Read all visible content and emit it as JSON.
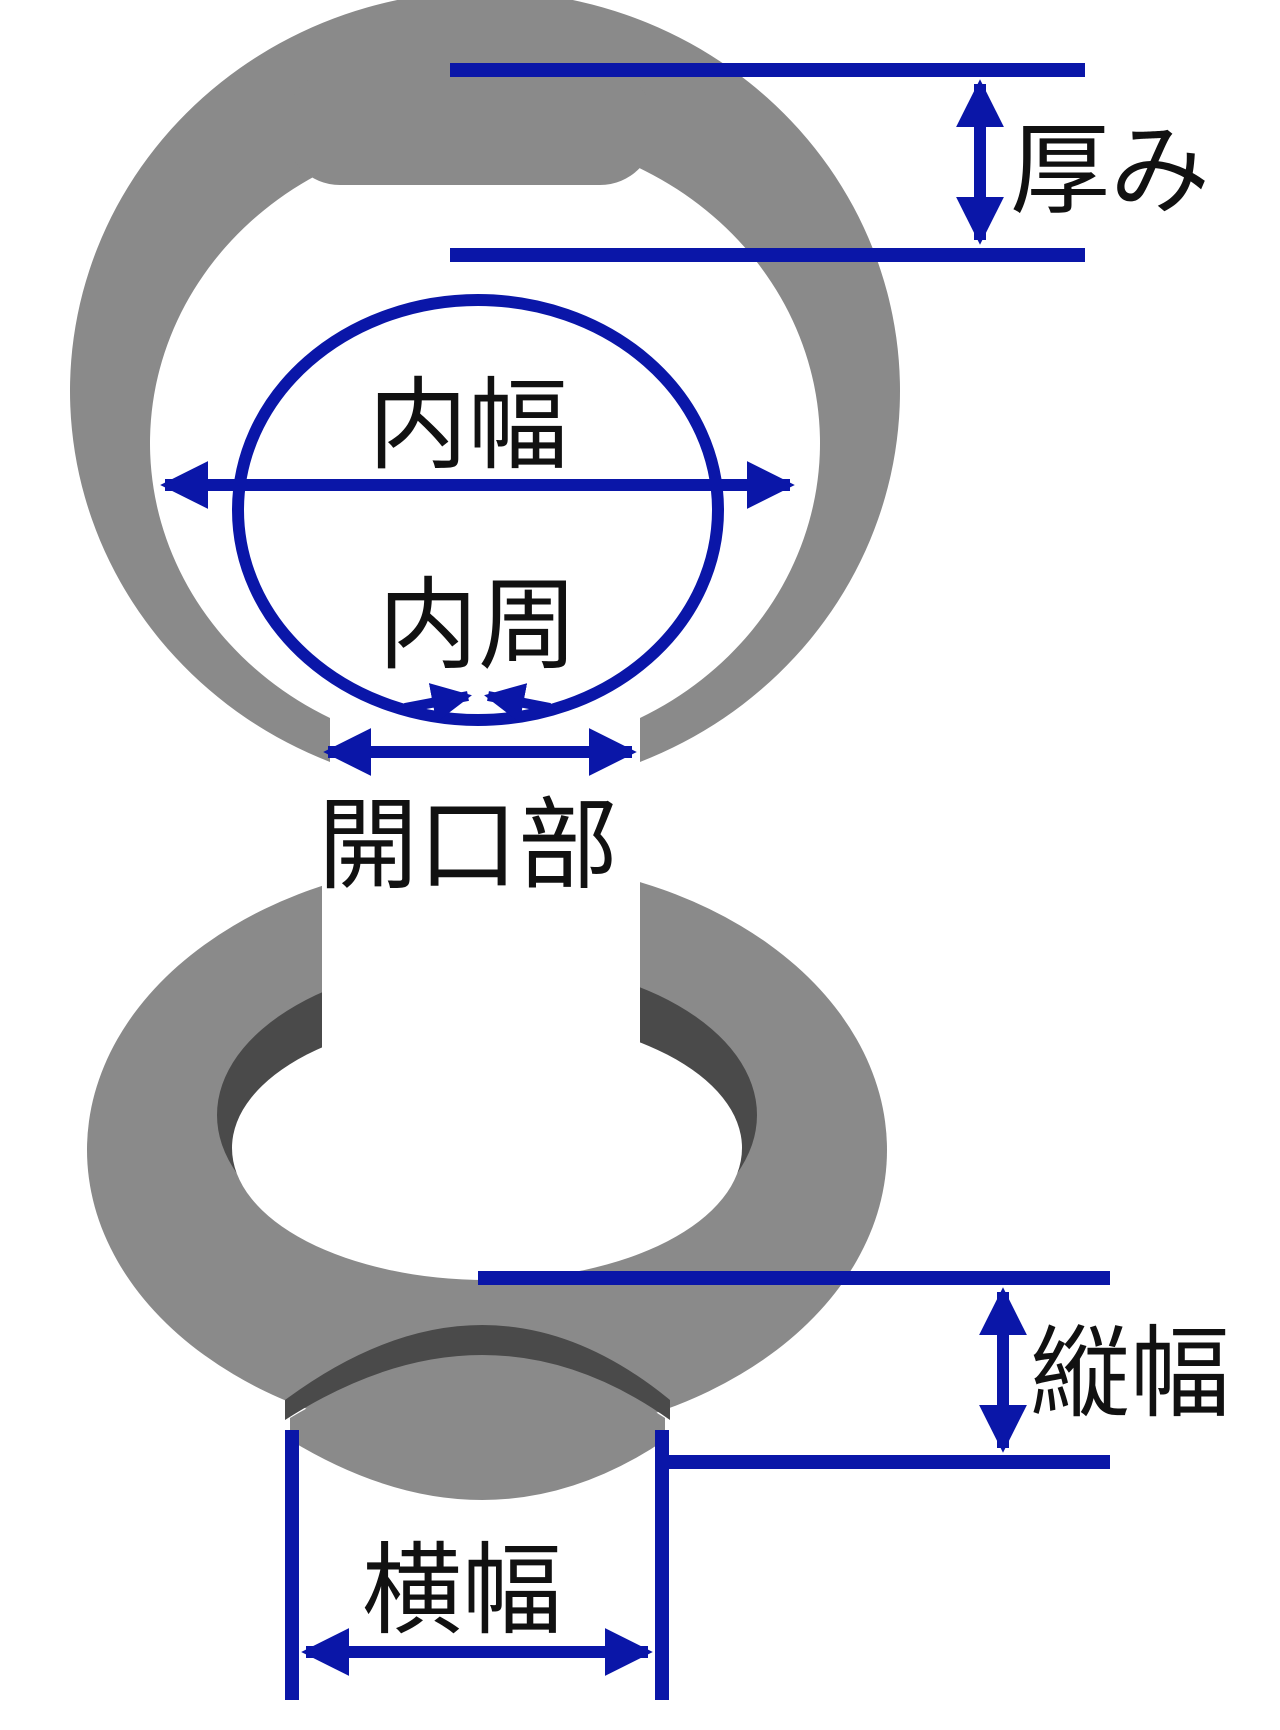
{
  "labels": {
    "thickness": "厚み",
    "inner_width": "内幅",
    "inner_circumference": "内周",
    "opening": "開口部",
    "vertical_width": "縦幅",
    "horizontal_width": "横幅"
  },
  "colors": {
    "ring": "#8a8a8a",
    "ring_dark": "#4a4a4a",
    "dimension": "#0a16a8",
    "text": "#111111",
    "background": "#ffffff"
  }
}
